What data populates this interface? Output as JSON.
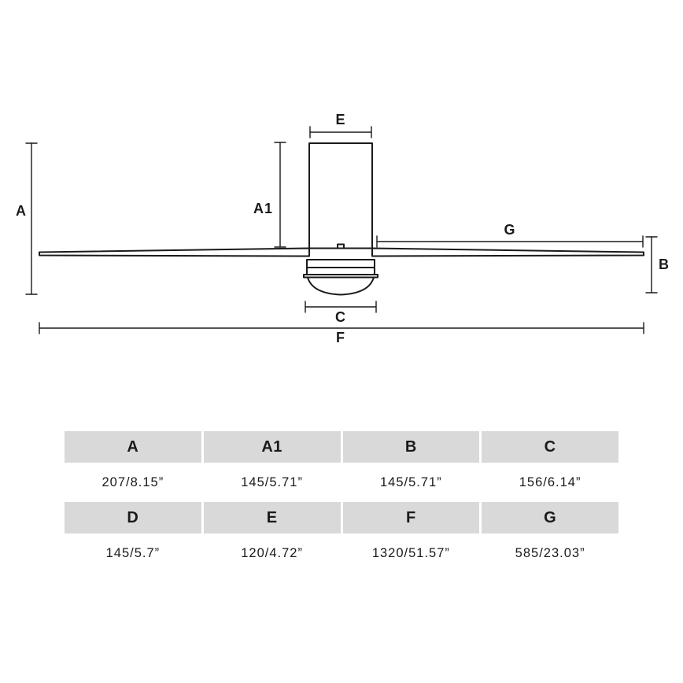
{
  "diagram": {
    "title": "ceiling-fan-dimension-drawing",
    "labels": {
      "A": "A",
      "A1": "A1",
      "B": "B",
      "C": "C",
      "E": "E",
      "F": "F",
      "G": "G"
    }
  },
  "table": {
    "rows": [
      {
        "headers": [
          "A",
          "A1",
          "B",
          "C"
        ],
        "values": [
          "207/8.15”",
          "145/5.71”",
          "145/5.71”",
          "156/6.14”"
        ]
      },
      {
        "headers": [
          "D",
          "E",
          "F",
          "G"
        ],
        "values": [
          "145/5.7”",
          "120/4.72”",
          "1320/51.57”",
          "585/23.03”"
        ]
      }
    ]
  },
  "colors": {
    "line": "#1a1a1a",
    "header_bg": "#d9d9d9"
  }
}
